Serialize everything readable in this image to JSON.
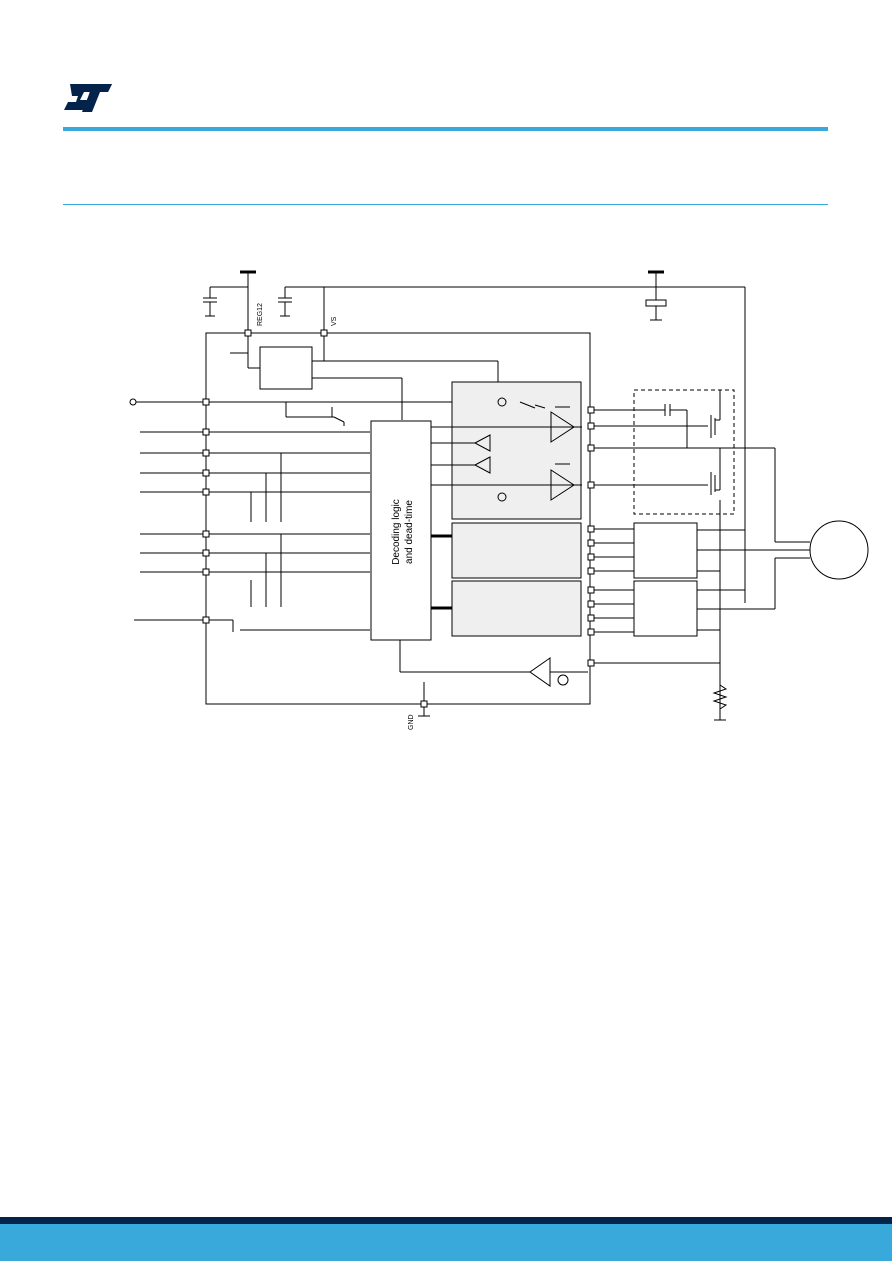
{
  "brand": {
    "logo_name": "st-logo",
    "color": "#03234b",
    "accent": "#39a9dc"
  },
  "diagram": {
    "pin_reg12": "REG12",
    "pin_vs": "VS",
    "pin_gnd": "GND",
    "logic_block_line1": "Decoding logic",
    "logic_block_line2": "and dead-time"
  }
}
